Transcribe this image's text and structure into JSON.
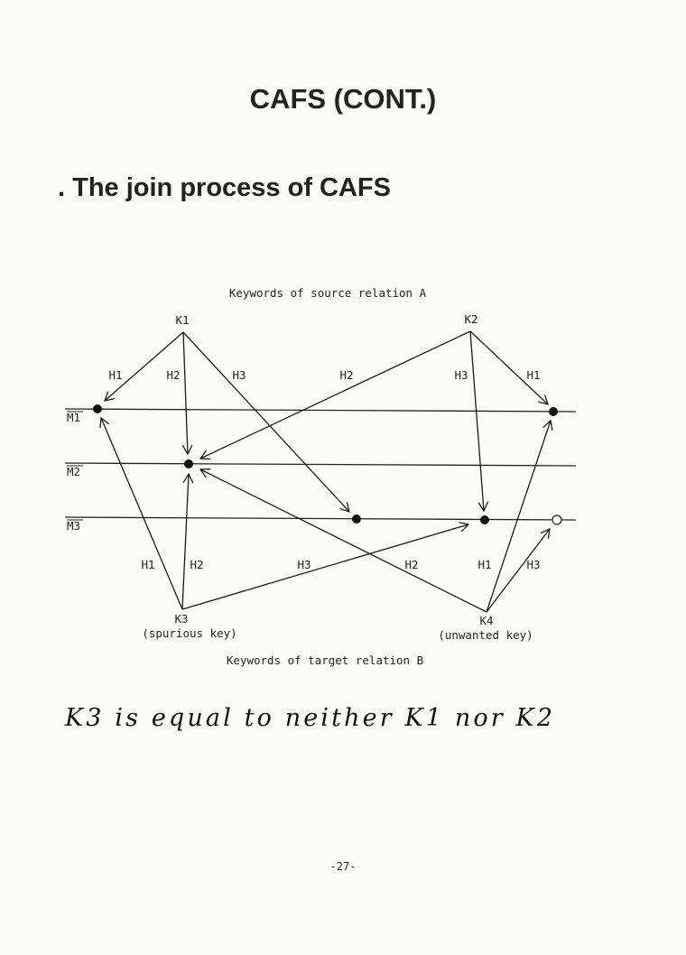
{
  "title": "CAFS (CONT.)",
  "heading": ". The join process of CAFS",
  "diagram": {
    "top_caption": "Keywords of source relation A",
    "bottom_caption": "Keywords of target relation B",
    "memory_lines": [
      "M1",
      "M2",
      "M3"
    ],
    "keys": {
      "k1": {
        "label": "K1"
      },
      "k2": {
        "label": "K2"
      },
      "k3": {
        "label": "K3",
        "note": "(spurious key)"
      },
      "k4": {
        "label": "K4",
        "note": "(unwanted key)"
      }
    },
    "hash_labels": {
      "k1": [
        "H1",
        "H2",
        "H3"
      ],
      "k2": [
        "H2",
        "H3",
        "H1"
      ],
      "k3": [
        "H1",
        "H2",
        "H3"
      ],
      "k4": [
        "H2",
        "H1",
        "H3"
      ]
    }
  },
  "handwritten_note": "K3 is equal to neither K1 nor K2",
  "page_number": "-27-"
}
